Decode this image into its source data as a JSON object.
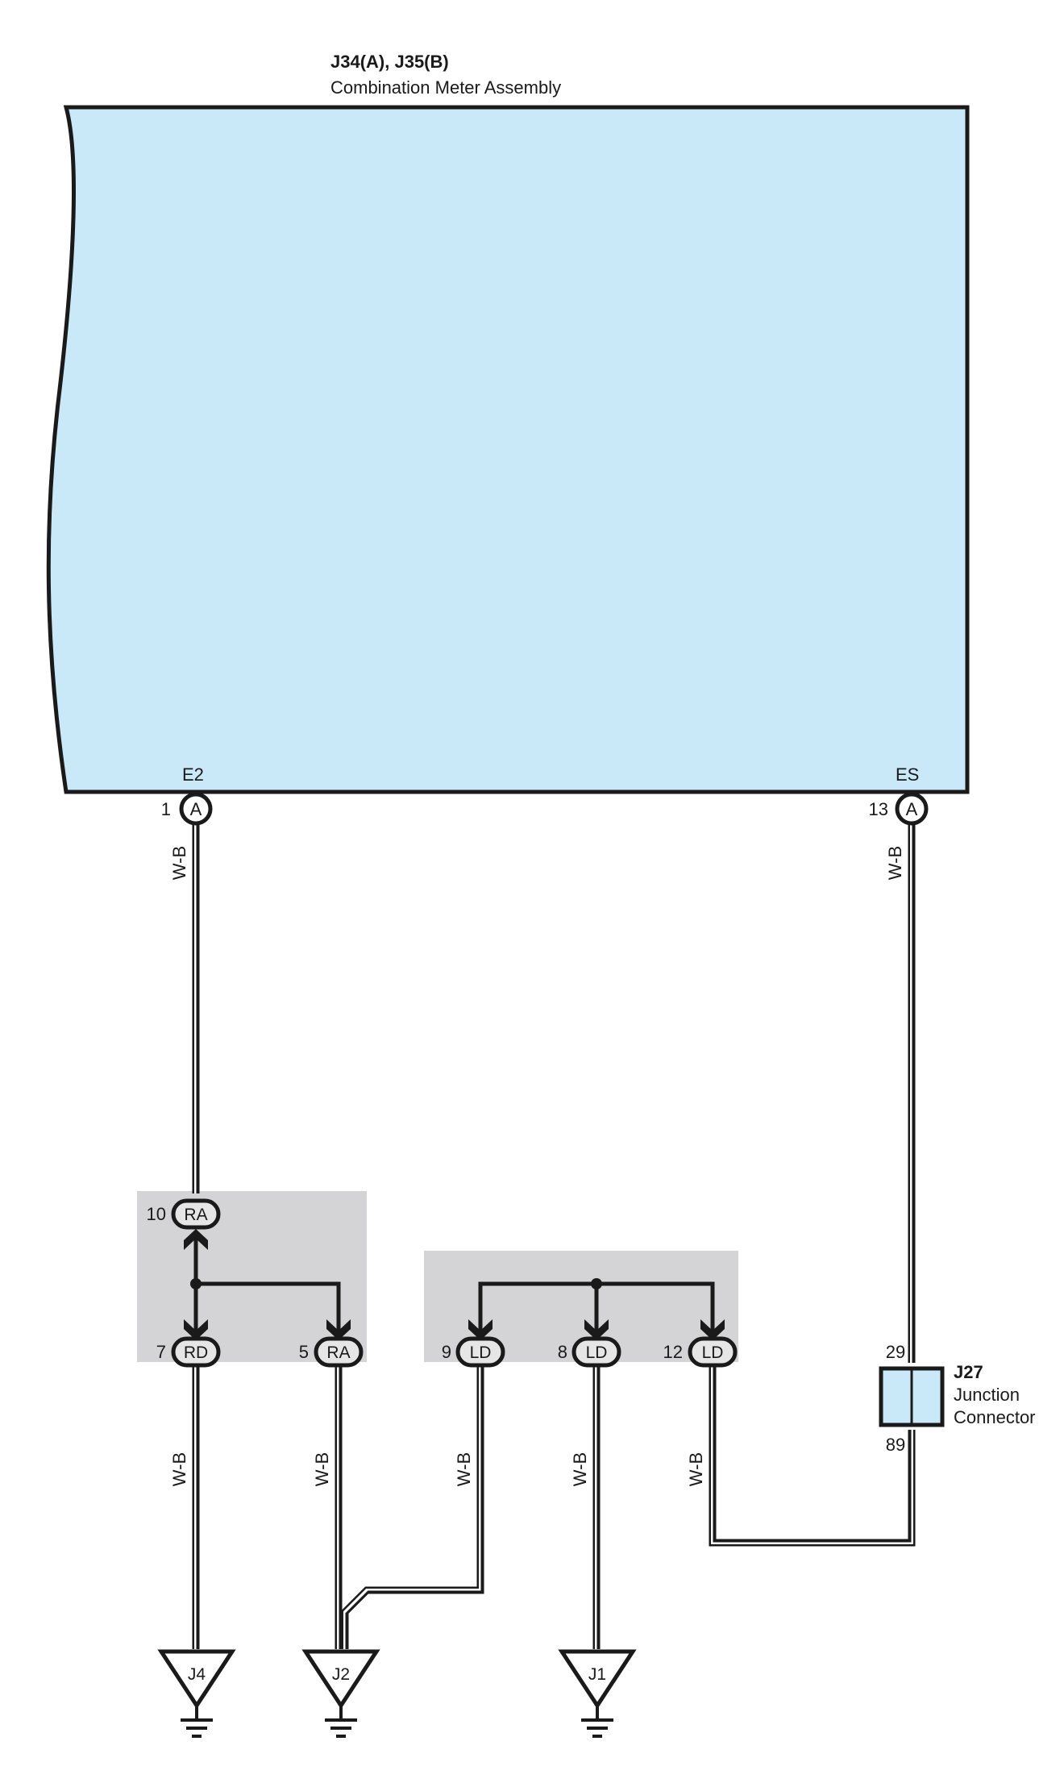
{
  "component": {
    "id": "J34(A), J35(B)",
    "name": "Combination Meter Assembly",
    "terminals": {
      "left": {
        "name": "E2",
        "pin": "1",
        "connector": "A"
      },
      "right": {
        "name": "ES",
        "pin": "13",
        "connector": "A"
      }
    },
    "fill_color": "#c9e9f8"
  },
  "wire_color_code": "W-B",
  "junction_left": {
    "top": {
      "pin": "10",
      "code": "RA"
    },
    "outputs": [
      {
        "pin": "7",
        "code": "RD"
      },
      {
        "pin": "5",
        "code": "RA"
      }
    ]
  },
  "junction_middle": {
    "outputs": [
      {
        "pin": "9",
        "code": "LD"
      },
      {
        "pin": "8",
        "code": "LD"
      },
      {
        "pin": "12",
        "code": "LD"
      }
    ]
  },
  "junction_connector": {
    "id": "J27",
    "name_line1": "Junction",
    "name_line2": "Connector",
    "pin_top": "29",
    "pin_bottom": "89"
  },
  "grounds": [
    "J4",
    "J2",
    "J1"
  ]
}
